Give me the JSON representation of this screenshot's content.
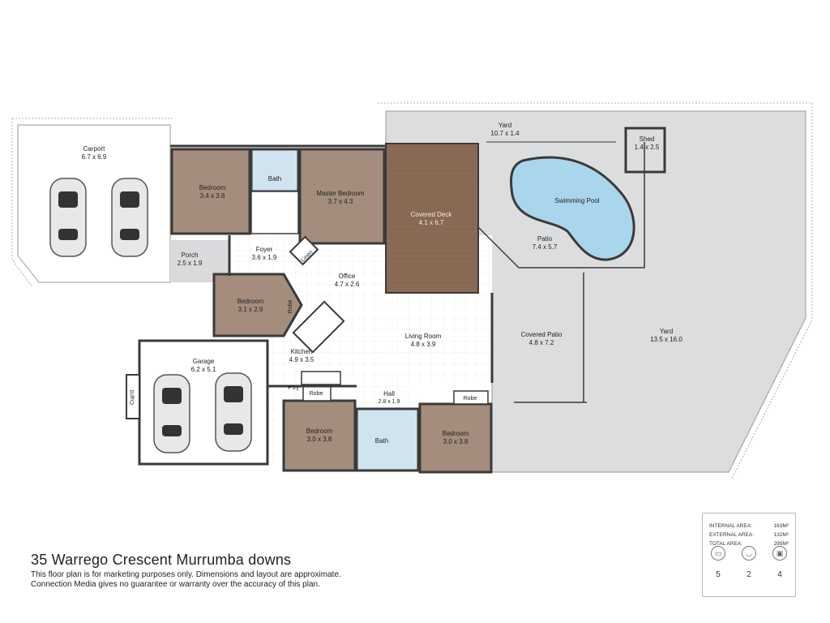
{
  "property": {
    "title": "35 Warrego Crescent Murrumba downs",
    "disclaimer_line1": "This floor plan is for marketing purposes only. Dimensions and layout are approximate.",
    "disclaimer_line2": "Connection Media gives no guarantee or warranty over the accuracy of this plan."
  },
  "rooms": {
    "carport": {
      "name": "Carport",
      "dim": "6.7 x 6.9"
    },
    "bedroom_nw": {
      "name": "Bedroom",
      "dim": "3.4 x 3.8"
    },
    "bath_top": {
      "name": "Bath"
    },
    "master": {
      "name": "Master Bedroom",
      "dim": "3.7 x 4.3"
    },
    "covered_deck": {
      "name": "Covered Deck",
      "dim": "4.1 x 6.7"
    },
    "yard_top": {
      "name": "Yard",
      "dim": "10.7 x 1.4"
    },
    "shed": {
      "name": "Shed",
      "dim": "1.4 x 2.5"
    },
    "pool": {
      "name": "Swimming Pool"
    },
    "patio": {
      "name": "Patio",
      "dim": "7.4 x 5.7"
    },
    "porch": {
      "name": "Porch",
      "dim": "2.5 x 1.9"
    },
    "foyer": {
      "name": "Foyer",
      "dim": "3.6 x 1.9"
    },
    "linen": {
      "name": "Linen"
    },
    "office": {
      "name": "Office",
      "dim": "4.7 x 2.6"
    },
    "bedroom_mid": {
      "name": "Bedroom",
      "dim": "3.1 x 2.9"
    },
    "robe_mid": {
      "name": "Robe"
    },
    "kitchen": {
      "name": "Kitchen",
      "dim": "4.9 x 3.5"
    },
    "living": {
      "name": "Living Room",
      "dim": "4.8 x 3.9"
    },
    "covered_patio": {
      "name": "Covered Patio",
      "dim": "4.8 x 7.2"
    },
    "yard_big": {
      "name": "Yard",
      "dim": "13.5 x 16.0"
    },
    "garage": {
      "name": "Garage",
      "dim": "6.2 x 5.1"
    },
    "cupd": {
      "name": "Cup'd"
    },
    "ptry": {
      "name": "P'try"
    },
    "robe_sw": {
      "name": "Robe"
    },
    "hall": {
      "name": "Hall",
      "dim": "2.8 x 1.9"
    },
    "robe_se": {
      "name": "Robe"
    },
    "bedroom_sw": {
      "name": "Bedroom",
      "dim": "3.0 x 3.8"
    },
    "bath_bottom": {
      "name": "Bath"
    },
    "bedroom_se": {
      "name": "Bedroom",
      "dim": "3.0 x 3.8"
    }
  },
  "areas": {
    "internal_label": "INTERNAL AREA:",
    "internal_value": "163M²",
    "external_label": "EXTERNAL AREA:",
    "external_value": "132M²",
    "total_label": "TOTAL AREA:",
    "total_value": "295M²"
  },
  "counts": {
    "bedrooms": "5",
    "bathrooms": "2",
    "car_spaces": "4",
    "icons": [
      "bed-icon",
      "bath-icon",
      "car-icon"
    ]
  },
  "colors": {
    "bedroom": "#a48d7c",
    "deck": "#8a6a55",
    "wet": "#cfe4ef",
    "outdoor": "#dcdddf",
    "interior": "#ffffff",
    "wall": "#3a3a3a"
  }
}
